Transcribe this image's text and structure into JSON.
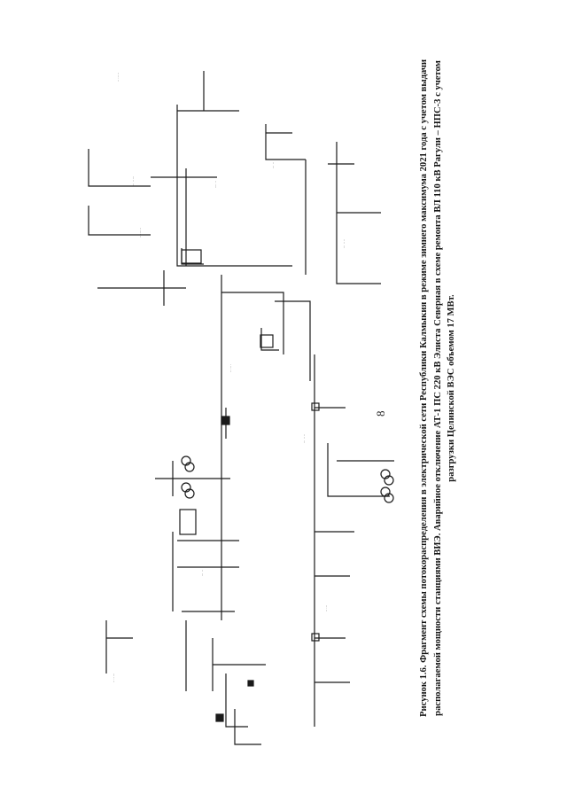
{
  "caption": {
    "lines": [
      "Рисунок 1.6. Фрагмент схемы потокораспределения в электрической сети Республики Калмыкия в режиме зимнего максимума 2021 года с учетом выдачи",
      "располагаемой мощности станциями ВИЭ. Аварийное отключение АТ-1 ПС 220 кВ Элиста Северная в схеме ремонта ВЛ 110 кВ Рагули – НПС-3 с учетом",
      "разгрузки Целинской ВЭС объемом 17 МВт."
    ]
  },
  "page_number": "8"
}
